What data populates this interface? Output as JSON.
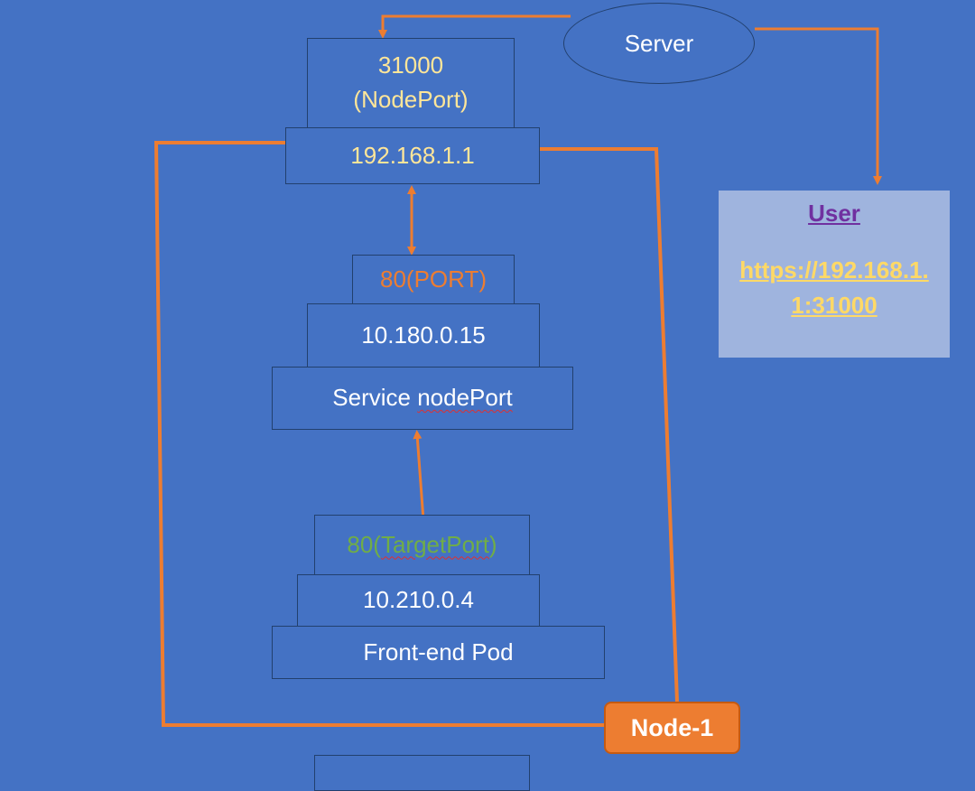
{
  "server": {
    "label": "Server"
  },
  "node_port": {
    "port": "31000",
    "type": "(NodePort)"
  },
  "node_ip": "192.168.1.1",
  "service": {
    "port_label": "80(PORT)",
    "cluster_ip": "10.180.0.15",
    "name_prefix": "Service ",
    "name_suffix": "nodePort"
  },
  "pod": {
    "target_prefix": "80(",
    "target_word": "TargetPort",
    "target_suffix": ")",
    "ip": "10.210.0.4",
    "name": "Front-end Pod"
  },
  "user": {
    "title": "User",
    "url": "https://192.168.1.1:31000"
  },
  "node": {
    "label": "Node-1"
  },
  "colors": {
    "background": "#4472c4",
    "connector": "#ed7d31",
    "node_port_text": "#ffe699",
    "port_text": "#ed7d31",
    "target_port_text": "#70ad47",
    "user_title": "#7030a0",
    "user_link": "#ffd966"
  }
}
